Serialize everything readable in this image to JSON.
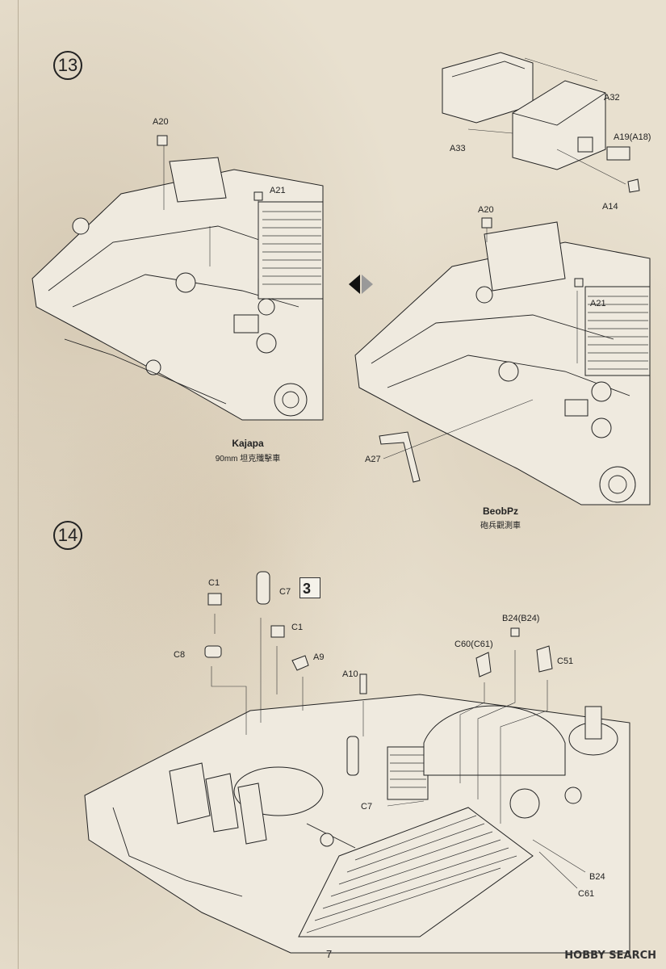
{
  "page": {
    "number": "7",
    "watermark": "HOBBY SEARCH"
  },
  "step13": {
    "number": "13",
    "left": {
      "labels": {
        "a20": "A20",
        "a21": "A21"
      },
      "caption_title": "Kajapa",
      "caption_sub": "90mm 坦克殲擊車"
    },
    "right": {
      "labels": {
        "a20": "A20",
        "a21": "A21",
        "a27": "A27",
        "a32": "A32",
        "a33": "A33",
        "a19": "A19(A18)",
        "a14": "A14"
      },
      "caption_title": "BeobPz",
      "caption_sub": "砲兵觀測車"
    }
  },
  "step14": {
    "number": "14",
    "page_ref": "3",
    "labels": {
      "c1_top": "C1",
      "c7_top": "C7",
      "c1_mid": "C1",
      "c8": "C8",
      "a9": "A9",
      "a10": "A10",
      "c7_bottom": "C7",
      "b24_top": "B24(B24)",
      "c60": "C60(C61)",
      "c51": "C51",
      "b24_bottom": "B24",
      "c61": "C61"
    }
  }
}
